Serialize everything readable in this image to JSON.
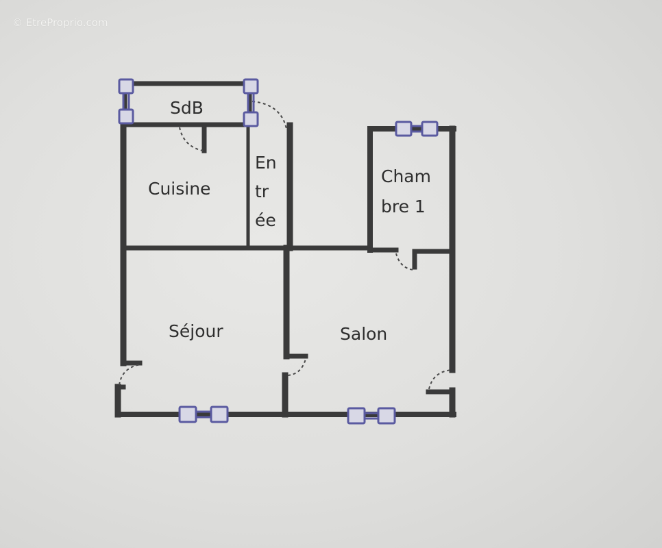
{
  "watermark": "© EtreProprio.com",
  "rooms": {
    "sdb": "SdB",
    "cuisine": "Cuisine",
    "entree": [
      "En",
      "tr",
      "ée"
    ],
    "chambre": [
      "Cham",
      "bre 1"
    ],
    "sejour": "Séjour",
    "salon": "Salon"
  },
  "colors": {
    "wall": "#3a3a3a",
    "window_frame": "#5a5aa0",
    "window_fill": "#d8d8e6",
    "door_arc": "#4a4a4a"
  }
}
